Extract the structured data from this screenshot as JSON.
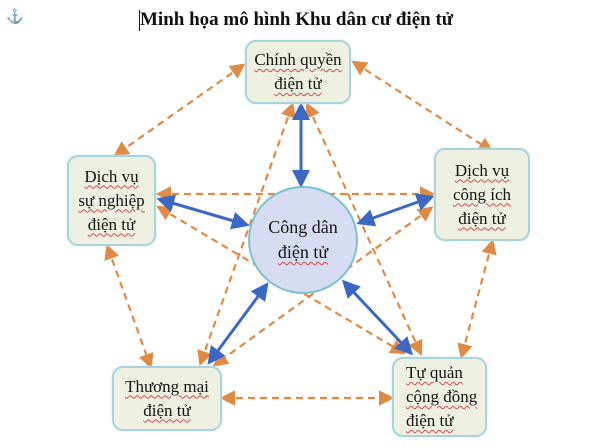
{
  "title": "Minh họa mô hình Khu dân cư điện tử",
  "anchor_icon": "anchor-icon",
  "colors": {
    "box_fill": "#eef0e2",
    "box_border": "#a9d3de",
    "center_fill": "#d6dcf1",
    "solid_arrow": "#3a68c4",
    "dashed_arrow": "#e08a44"
  },
  "center": {
    "line1": "Công dân",
    "line2": "điện tử"
  },
  "nodes": {
    "top": {
      "line1": "Chính quyền",
      "line2": "điện tử"
    },
    "left": {
      "line1": "Dịch vụ",
      "line2": "sự nghiệp",
      "line3": "điện tử"
    },
    "right": {
      "line1": "Dịch vụ",
      "line2": "công ích",
      "line3": "điện tử"
    },
    "bottom_left": {
      "line1": "Thương mại",
      "line2": "điện tử"
    },
    "bottom_right": {
      "line1": "Tự quản",
      "line2": "cộng đồng",
      "line3": "điện tử"
    }
  }
}
